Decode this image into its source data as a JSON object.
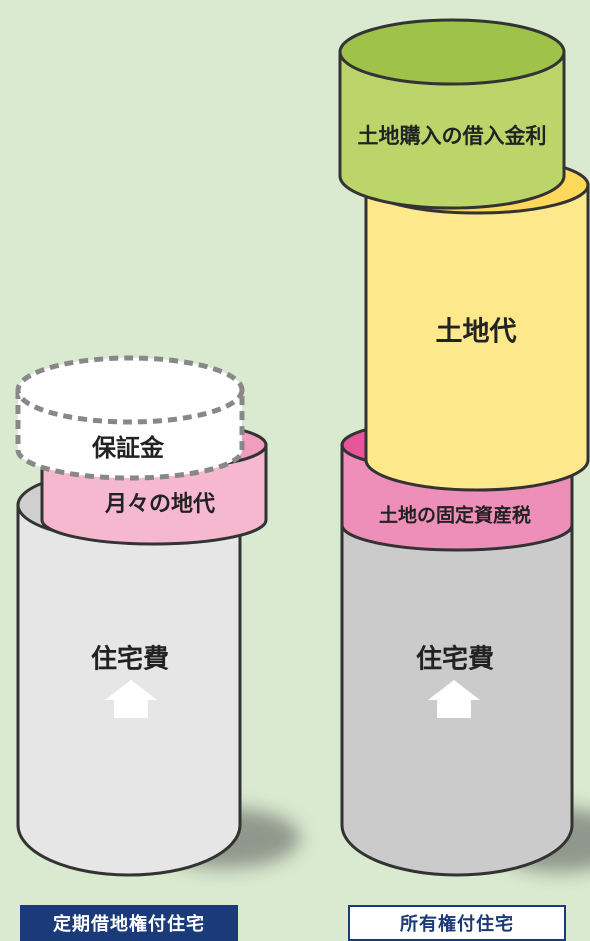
{
  "colors": {
    "background": "#d9ead0",
    "housing": "#e6e6e6",
    "housing_top": "#cfcfcf",
    "housing_dark": "#c8c8c8",
    "monthly_rent": "#f5b8cf",
    "property_tax": "#ee8fba",
    "deposit": "#ffffff",
    "land_price": "#fde98c",
    "loan_interest": "#bcd56a",
    "outline": "#333333",
    "caption_fill": "#1b3a7a"
  },
  "left": {
    "caption": "定期借地権付住宅",
    "housing_label": "住宅費",
    "monthly_rent_label": "月々の地代",
    "deposit_label": "保証金",
    "house_icon": "house-icon"
  },
  "right": {
    "caption": "所有権付住宅",
    "housing_label": "住宅費",
    "property_tax_label": "土地の固定資産税",
    "land_price_label": "土地代",
    "loan_interest_label": "土地購入の借入金利",
    "house_icon": "house-icon"
  }
}
